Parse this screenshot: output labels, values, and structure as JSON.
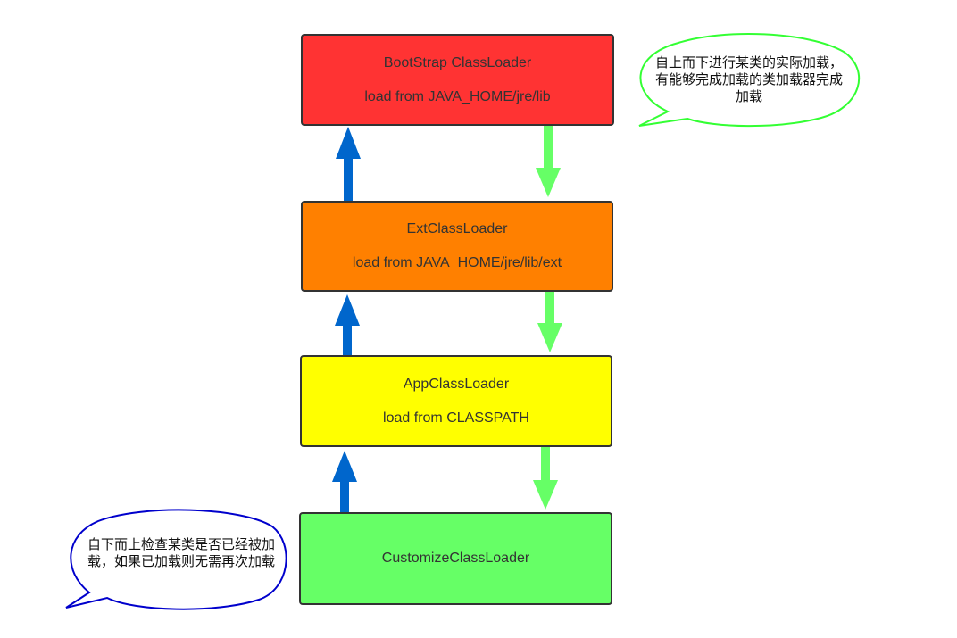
{
  "colors": {
    "bootstrap": "#ff3333",
    "ext": "#ff8000",
    "app": "#ffff00",
    "custom": "#66ff66",
    "up_arrow": "#0066cc",
    "down_arrow": "#66ff66",
    "callout_top_border": "#33ff33",
    "callout_bottom_border": "#0000cc"
  },
  "loaders": {
    "bootstrap": {
      "name": "BootStrap ClassLoader",
      "path": "load from JAVA_HOME/jre/lib"
    },
    "ext": {
      "name": "ExtClassLoader",
      "path": "load from JAVA_HOME/jre/lib/ext"
    },
    "app": {
      "name": "AppClassLoader",
      "path": "load from CLASSPATH"
    },
    "custom": {
      "name": "CustomizeClassLoader"
    }
  },
  "callouts": {
    "top": "自上而下进行某类的实际加载，有能够完成加载的类加载器完成加载",
    "bottom": "自下而上检查某类是否已经被加载，如果已加载则无需再次加载"
  }
}
